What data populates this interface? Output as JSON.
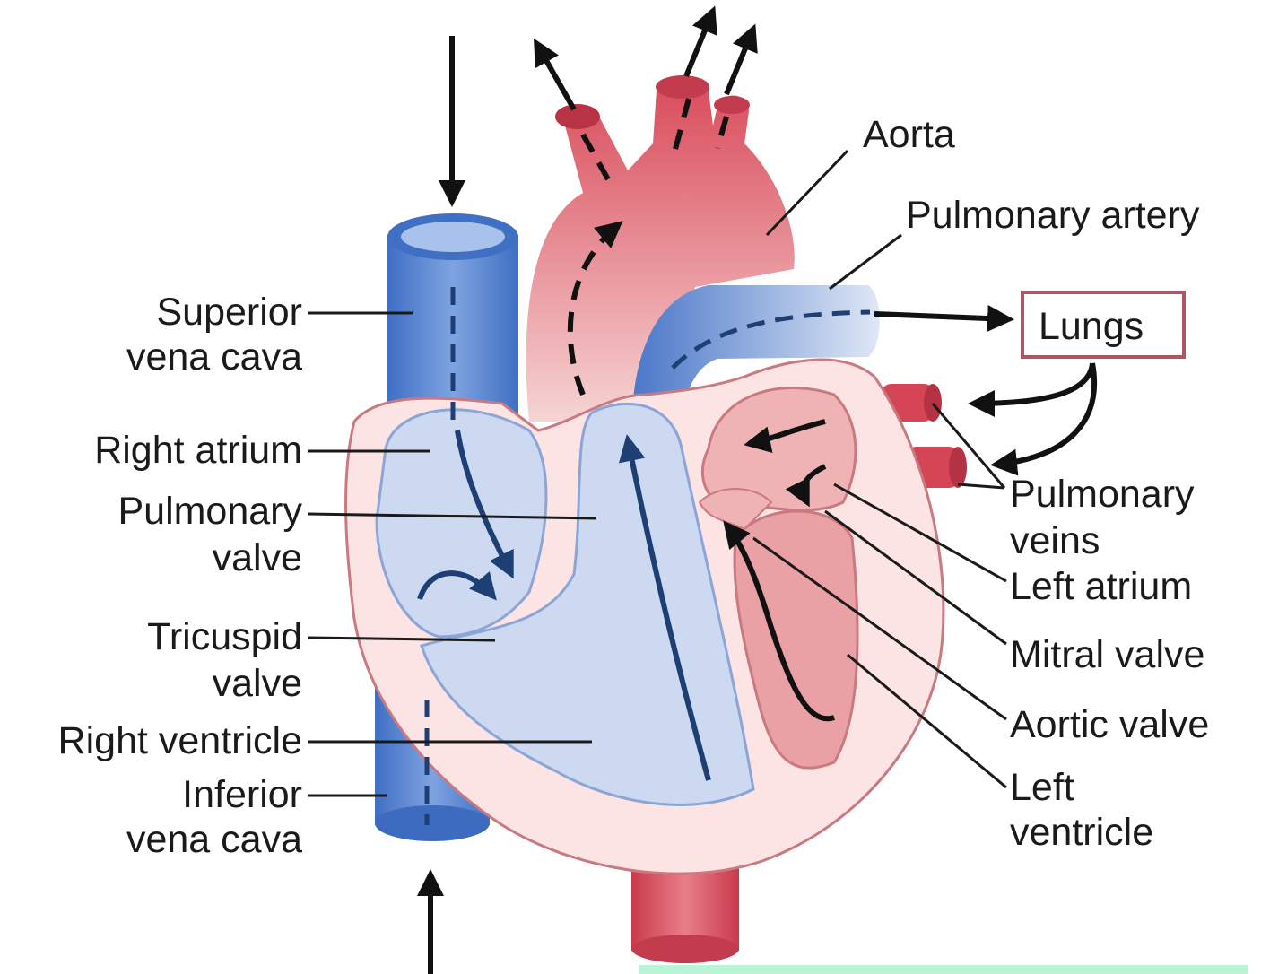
{
  "labels": {
    "aorta": "Aorta",
    "pulmonary_artery": "Pulmonary artery",
    "lungs": "Lungs",
    "superior_vena_cava": [
      "Superior",
      "vena cava"
    ],
    "right_atrium": "Right atrium",
    "pulmonary_valve": [
      "Pulmonary",
      "valve"
    ],
    "tricuspid_valve": [
      "Tricuspid",
      "valve"
    ],
    "right_ventricle": "Right ventricle",
    "inferior_vena_cava": [
      "Inferior",
      "vena cava"
    ],
    "pulmonary_veins": [
      "Pulmonary",
      "veins"
    ],
    "left_atrium": "Left atrium",
    "mitral_valve": "Mitral valve",
    "aortic_valve": "Aortic valve",
    "left_ventricle": [
      "Left",
      "ventricle"
    ]
  },
  "colors": {
    "oxygenated_red": "#d9505e",
    "red_light": "#f2c4c6",
    "deoxygenated_blue": "#5b86d2",
    "blue_light": "#cdd9f1",
    "heart_wall": "#fbe4e3",
    "lungs_box_border": "#b05565",
    "flow_arrow_dark": "#111111",
    "flow_arrow_blue": "#1d3f73",
    "bottom_highlight": "#b8f5d6"
  }
}
